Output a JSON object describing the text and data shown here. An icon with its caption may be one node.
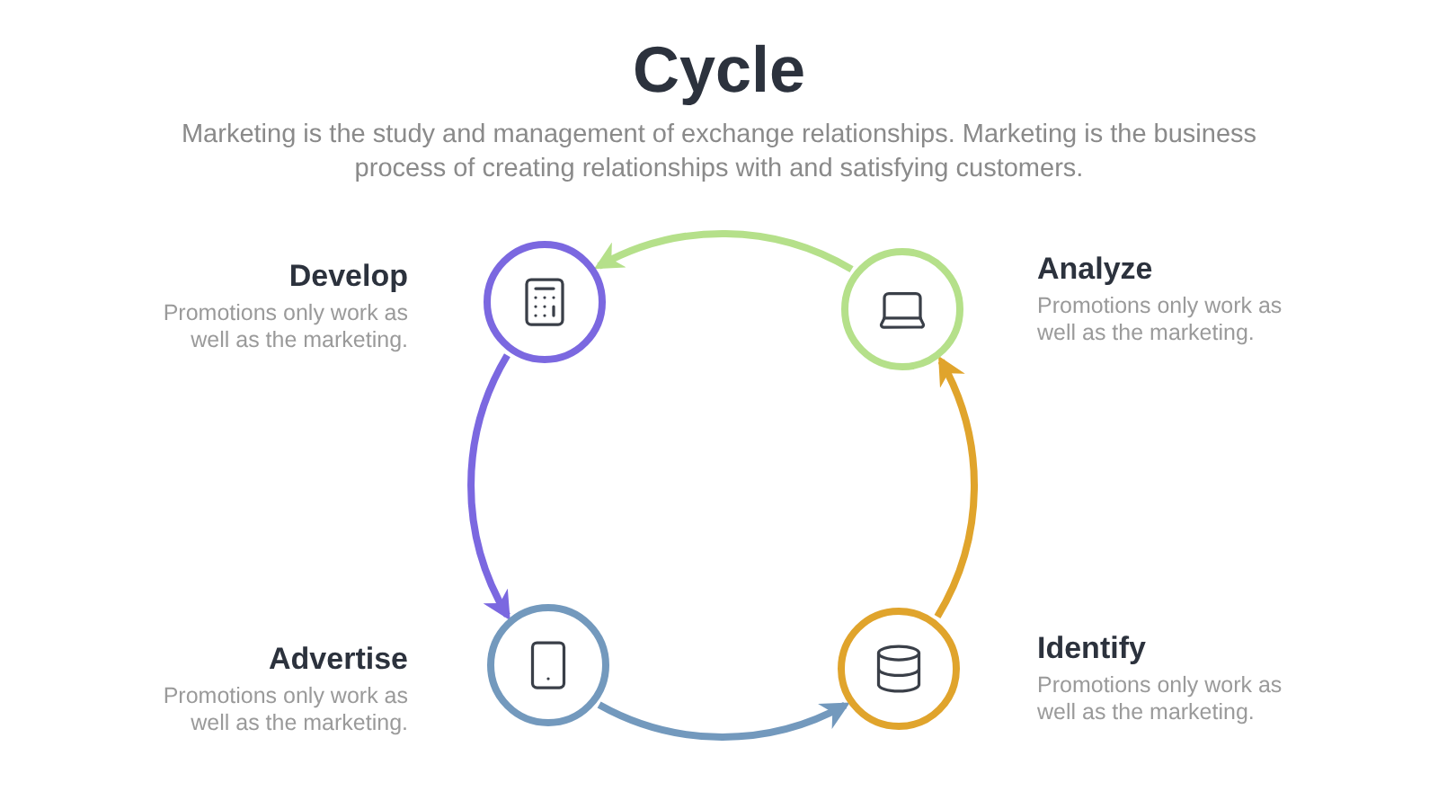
{
  "diagram": {
    "title": "Cycle",
    "caption": "Marketing is the study and management of exchange relationships. Marketing is the business process of creating relationships with and satisfying customers.",
    "nodes": [
      {
        "text": [],
        "shape": "circle",
        "beside": [
          "Develop",
          "Promotions only work as well as the marketing."
        ]
      },
      {
        "text": [],
        "shape": "circle",
        "beside": [
          "Analyze",
          "Promotions only work as well as the marketing."
        ]
      },
      {
        "text": [],
        "shape": "circle",
        "beside": [
          "Advertise",
          "Promotions only work as well as the marketing."
        ]
      },
      {
        "text": [],
        "shape": "circle",
        "beside": [
          "Identify",
          "Promotions only work as well as the marketing."
        ]
      }
    ],
    "edges": [
      {
        "from": 1,
        "to": 0,
        "arrow": "to",
        "color": "#b5e08a"
      },
      {
        "from": 0,
        "to": 2,
        "arrow": "to",
        "color": "#7b68e0"
      },
      {
        "from": 2,
        "to": 3,
        "arrow": "to",
        "color": "#7399bd"
      },
      {
        "from": 3,
        "to": 1,
        "arrow": "to",
        "color": "#e0a42c"
      }
    ]
  }
}
